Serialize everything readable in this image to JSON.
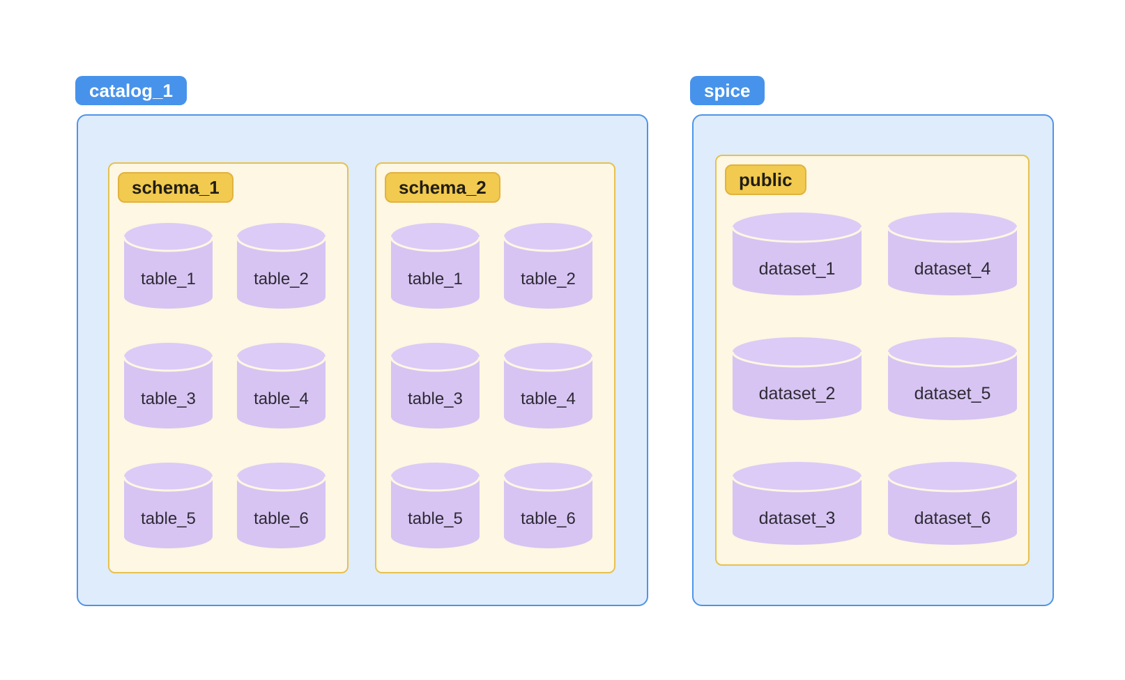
{
  "catalog": {
    "badge": "catalog_1",
    "schemas": [
      {
        "badge": "schema_1",
        "tables": [
          "table_1",
          "table_2",
          "table_3",
          "table_4",
          "table_5",
          "table_6"
        ]
      },
      {
        "badge": "schema_2",
        "tables": [
          "table_1",
          "table_2",
          "table_3",
          "table_4",
          "table_5",
          "table_6"
        ]
      }
    ]
  },
  "spice": {
    "badge": "spice",
    "schemas": [
      {
        "badge": "public",
        "tables": [
          "dataset_1",
          "dataset_4",
          "dataset_2",
          "dataset_5",
          "dataset_3",
          "dataset_6"
        ]
      }
    ]
  },
  "colors": {
    "container_fill": "#DFECFB",
    "container_border": "#4E94E8",
    "badge_blue": "#4793EB",
    "schema_fill": "#FDF7E3",
    "schema_border": "#E6C14F",
    "badge_gold": "#F1CA4F",
    "badge_gold_border": "#E2B23E",
    "cylinder_purple": "#D7C4F2",
    "cylinder_purple_top": "#DCCBF6",
    "label_text": "#2E2A36"
  }
}
